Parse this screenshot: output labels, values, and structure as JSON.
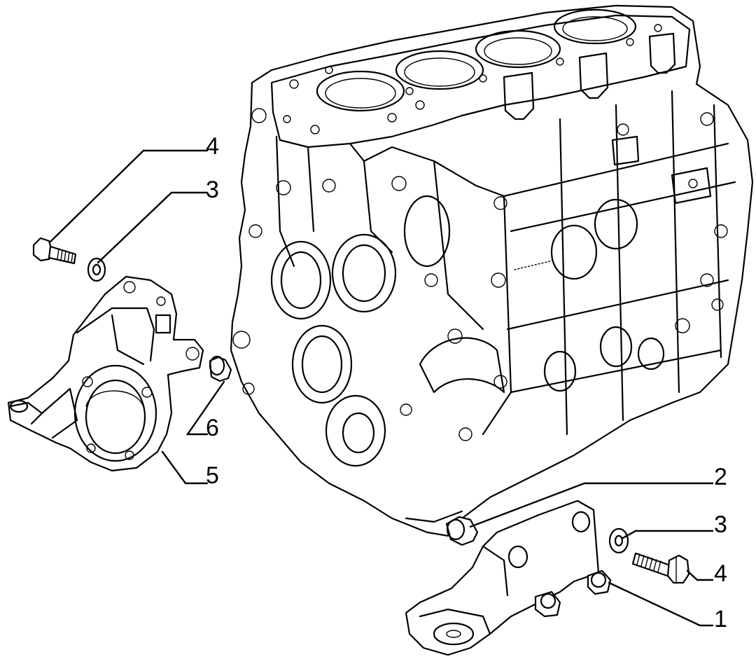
{
  "callouts": [
    {
      "id": "c4-top",
      "text": "4"
    },
    {
      "id": "c3-top",
      "text": "3"
    },
    {
      "id": "c6",
      "text": "6"
    },
    {
      "id": "c5",
      "text": "5"
    },
    {
      "id": "c2",
      "text": "2"
    },
    {
      "id": "c3-bottom",
      "text": "3"
    },
    {
      "id": "c4-bottom",
      "text": "4"
    },
    {
      "id": "c1",
      "text": "1"
    }
  ],
  "colors": {
    "ink": "#000000",
    "paper": "#ffffff"
  }
}
